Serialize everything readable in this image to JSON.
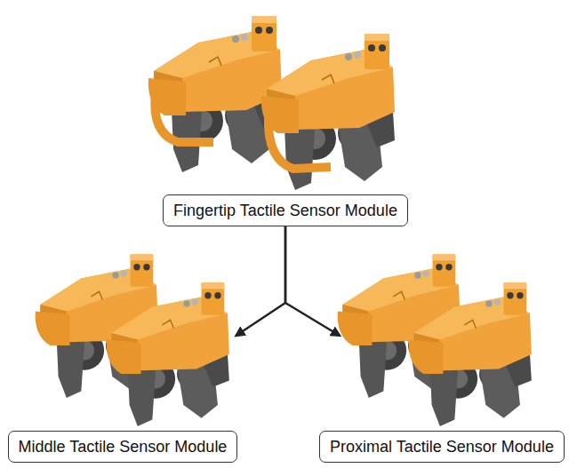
{
  "diagram": {
    "nodes": [
      {
        "text": [
          "Fingertip Tactile Sensor Module"
        ]
      },
      {
        "text": [
          "Middle Tactile Sensor Module"
        ]
      },
      {
        "text": [
          "Proximal Tactile Sensor Module"
        ]
      }
    ],
    "edges": [
      {
        "from": 0,
        "to": 1,
        "arrow": "to"
      },
      {
        "from": 0,
        "to": 2,
        "arrow": "to"
      }
    ]
  }
}
